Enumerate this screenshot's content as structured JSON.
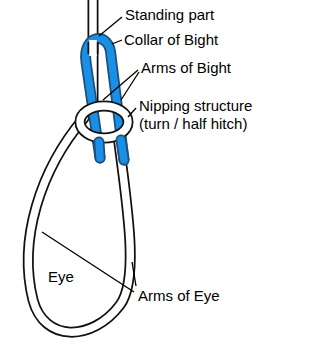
{
  "diagram": {
    "labels": [
      "Standing part",
      "Collar of Bight",
      "Arms of Bight",
      "Nipping structure (turn / half hitch)",
      "Eye",
      "Arms of Eye"
    ]
  }
}
